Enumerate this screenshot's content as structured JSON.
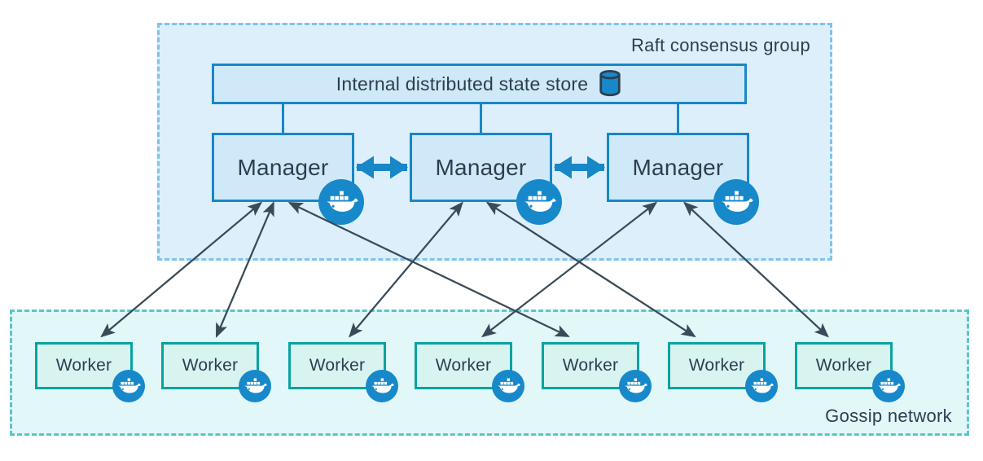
{
  "diagram": {
    "raft_group": {
      "label": "Raft consensus group"
    },
    "state_store": {
      "label": "Internal distributed state store",
      "icon": "database-cylinder"
    },
    "managers": [
      {
        "label": "Manager"
      },
      {
        "label": "Manager"
      },
      {
        "label": "Manager"
      }
    ],
    "gossip_network": {
      "label": "Gossip network"
    },
    "workers": [
      {
        "label": "Worker"
      },
      {
        "label": "Worker"
      },
      {
        "label": "Worker"
      },
      {
        "label": "Worker"
      },
      {
        "label": "Worker"
      },
      {
        "label": "Worker"
      },
      {
        "label": "Worker"
      }
    ],
    "connections": {
      "state_store_links": [
        0,
        1,
        2
      ],
      "manager_peer_links": [
        [
          0,
          1
        ],
        [
          1,
          2
        ]
      ],
      "manager_worker_links": [
        {
          "manager": 0,
          "worker": 0
        },
        {
          "manager": 0,
          "worker": 1
        },
        {
          "manager": 0,
          "worker": 4
        },
        {
          "manager": 1,
          "worker": 2
        },
        {
          "manager": 1,
          "worker": 5
        },
        {
          "manager": 2,
          "worker": 3
        },
        {
          "manager": 2,
          "worker": 6
        }
      ]
    },
    "colors": {
      "raft_fill": "#ddeffa",
      "raft_dash": "#7fc3e8",
      "blue_box_fill": "#cfe9f8",
      "blue_border": "#1787c8",
      "gossip_fill": "#e2f7f7",
      "gossip_dash": "#5ac5c9",
      "worker_fill": "#d8f4f1",
      "worker_border": "#0aa2a2",
      "badge_blue": "#1789cb",
      "arrow_slate": "#394b59",
      "text_navy": "#2d3e50"
    }
  }
}
